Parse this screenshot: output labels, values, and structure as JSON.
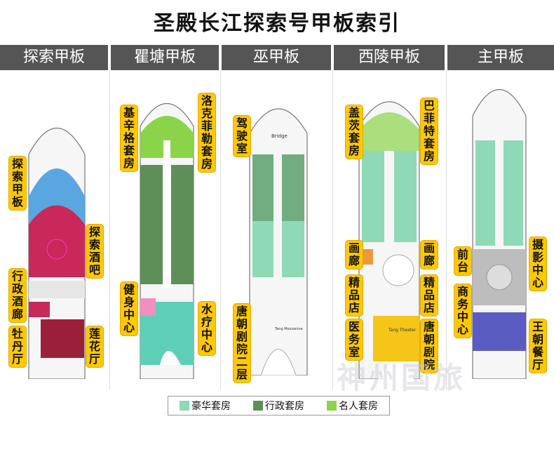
{
  "title": "圣殿长江探索号甲板索引",
  "decks": [
    {
      "name": "探索甲板"
    },
    {
      "name": "瞿塘甲板"
    },
    {
      "name": "巫甲板"
    },
    {
      "name": "西陵甲板"
    },
    {
      "name": "主甲板"
    }
  ],
  "labels": {
    "explore_deck": "探索甲板",
    "explore_bar": "探索酒吧",
    "exec_lounge": "行政酒廊",
    "peony_hall": "牡丹厅",
    "lotus_hall": "莲花厅",
    "kissinger_suite": "基辛格套房",
    "rockefeller_suite": "洛克菲勒套房",
    "gym": "健身中心",
    "spa": "水疗中心",
    "bridge": "驾驶室",
    "tang_theater_2f": "唐朝剧院二层",
    "gates_suite": "盖茨套房",
    "buffett_suite": "巴菲特套房",
    "gallery_left": "画廊",
    "gallery_right": "画廊",
    "boutique_left": "精品店",
    "boutique_right": "精品店",
    "clinic": "医务室",
    "tang_theater": "唐朝剧院",
    "front_desk": "前台",
    "photo_center": "摄影中心",
    "business_center": "商务中心",
    "royal_restaurant": "王朝餐厅"
  },
  "ship_texts": {
    "bridge": "Bridge",
    "tang_theater_en": "Tang Theater",
    "tang_mezzanine": "Tang Mezzanine"
  },
  "legend": [
    {
      "label": "豪华套房",
      "color": "#8fd9b6"
    },
    {
      "label": "行政套房",
      "color": "#5e8f58"
    },
    {
      "label": "名人套房",
      "color": "#8bd44a"
    }
  ],
  "watermark": "神州国旅",
  "colors": {
    "header_bg": "#555555",
    "label_bg": "#ffc800",
    "blue_area": "#5aa6e0",
    "red_area": "#c8285a",
    "dark_red": "#9c1f3a",
    "teal_area": "#5ecfb6",
    "pink_area": "#f08fc0",
    "orange_area": "#e89a3c",
    "yellow_area": "#f5c518",
    "purple_area": "#5a5cc2",
    "gray_area": "#bdbdbd"
  }
}
